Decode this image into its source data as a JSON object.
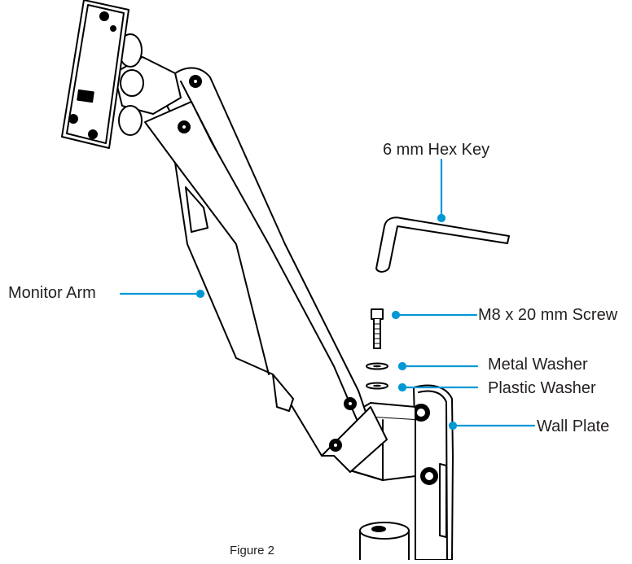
{
  "figure": {
    "caption": "Figure 2",
    "labels": {
      "hex_key": "6 mm Hex Key",
      "monitor_arm": "Monitor Arm",
      "screw": "M8 x 20 mm Screw",
      "metal_washer": "Metal Washer",
      "plastic_washer": "Plastic Washer",
      "wall_plate": "Wall Plate"
    },
    "colors": {
      "leader": "#0098d4",
      "line": "#000000",
      "text": "#231f20"
    }
  }
}
